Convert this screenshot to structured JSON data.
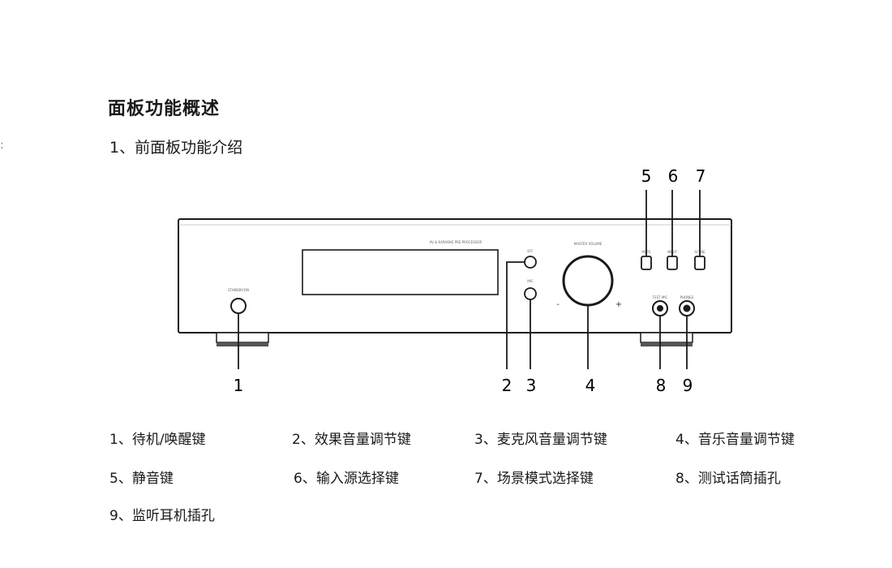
{
  "heading": "面板功能概述",
  "subheading": "1、前面板功能介绍",
  "device": {
    "model_label": "AV & KARAOKE PRE PROCESSOR",
    "power_label": "STANDBY/ON",
    "knob_label": "MASTER VOLUME",
    "small_knob_labels": [
      "EFF",
      "MIC"
    ],
    "volume_minus": "-",
    "volume_plus": "+",
    "button_labels": [
      "MUTE",
      "INPUT",
      "SCENE"
    ],
    "jack_labels": [
      "TEST MIC",
      "PHONES"
    ]
  },
  "callouts": [
    "1",
    "2",
    "3",
    "4",
    "5",
    "6",
    "7",
    "8",
    "9"
  ],
  "legend": [
    "1、待机/唤醒键",
    "2、效果音量调节键",
    "3、麦克风音量调节键",
    "4、音乐音量调节键",
    "5、静音键",
    "6、输入源选择键",
    "7、场景模式选择键",
    "8、测试话筒插孔",
    "9、监听耳机插孔"
  ]
}
